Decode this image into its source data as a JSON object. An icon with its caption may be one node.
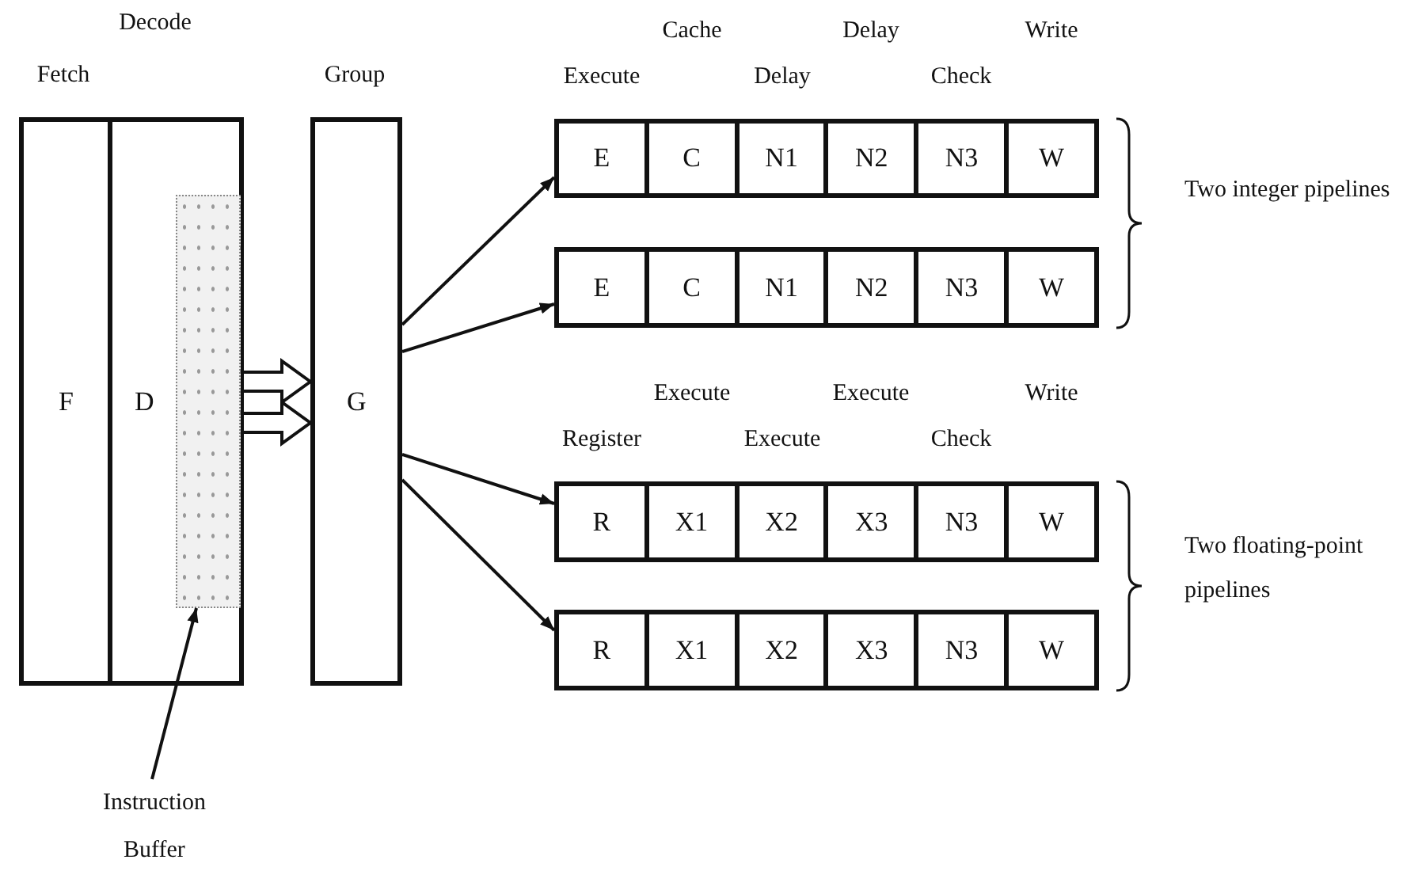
{
  "diagram": {
    "nodes": [
      {
        "text": [
          "F"
        ]
      },
      {
        "text": [
          "D"
        ]
      },
      {
        "text": [],
        "shape": "bar",
        "in": 1
      },
      {
        "text": [
          "G"
        ]
      },
      {
        "text": [],
        "shape": "box"
      },
      {
        "text": [
          "E"
        ],
        "in": 4
      },
      {
        "text": [
          "C"
        ],
        "in": 4
      },
      {
        "text": [
          "N1"
        ],
        "in": 4
      },
      {
        "text": [
          "N2"
        ],
        "in": 4
      },
      {
        "text": [
          "N3"
        ],
        "in": 4
      },
      {
        "text": [
          "W"
        ],
        "in": 4
      },
      {
        "text": [],
        "shape": "box"
      },
      {
        "text": [
          "E"
        ],
        "in": 11
      },
      {
        "text": [
          "C"
        ],
        "in": 11
      },
      {
        "text": [
          "N1"
        ],
        "in": 11
      },
      {
        "text": [
          "N2"
        ],
        "in": 11
      },
      {
        "text": [
          "N3"
        ],
        "in": 11
      },
      {
        "text": [
          "W"
        ],
        "in": 11
      },
      {
        "text": [],
        "shape": "box"
      },
      {
        "text": [
          "R"
        ],
        "in": 18
      },
      {
        "text": [
          "X1"
        ],
        "in": 18
      },
      {
        "text": [
          "X2"
        ],
        "in": 18
      },
      {
        "text": [
          "X3"
        ],
        "in": 18
      },
      {
        "text": [
          "N3"
        ],
        "in": 18
      },
      {
        "text": [
          "W"
        ],
        "in": 18
      },
      {
        "text": [],
        "shape": "box"
      },
      {
        "text": [
          "R"
        ],
        "in": 25
      },
      {
        "text": [
          "X1"
        ],
        "in": 25
      },
      {
        "text": [
          "X2"
        ],
        "in": 25
      },
      {
        "text": [
          "X3"
        ],
        "in": 25
      },
      {
        "text": [
          "N3"
        ],
        "in": 25
      },
      {
        "text": [
          "W"
        ],
        "in": 25
      },
      {
        "text": [
          "Instruction Buffer"
        ]
      }
    ],
    "edges": [
      {
        "from": 1,
        "to": 3,
        "arrow": "to",
        "style": "thick"
      },
      {
        "from": 1,
        "to": 3,
        "arrow": "to",
        "style": "thick"
      },
      {
        "from": 3,
        "to": 4,
        "arrow": "to"
      },
      {
        "from": 3,
        "to": 11,
        "arrow": "to"
      },
      {
        "from": 3,
        "to": 18,
        "arrow": "to"
      },
      {
        "from": 3,
        "to": 25,
        "arrow": "to"
      },
      {
        "from": 32,
        "to": 2,
        "arrow": "to"
      }
    ],
    "labels": [
      "Decode",
      "Fetch",
      "Group",
      "Cache",
      "Delay",
      "Write",
      "Execute",
      "Delay",
      "Check",
      "Two integer pipelines",
      "Execute",
      "Execute",
      "Write",
      "Register",
      "Execute",
      "Check",
      "Two floating-point pipelines"
    ]
  }
}
